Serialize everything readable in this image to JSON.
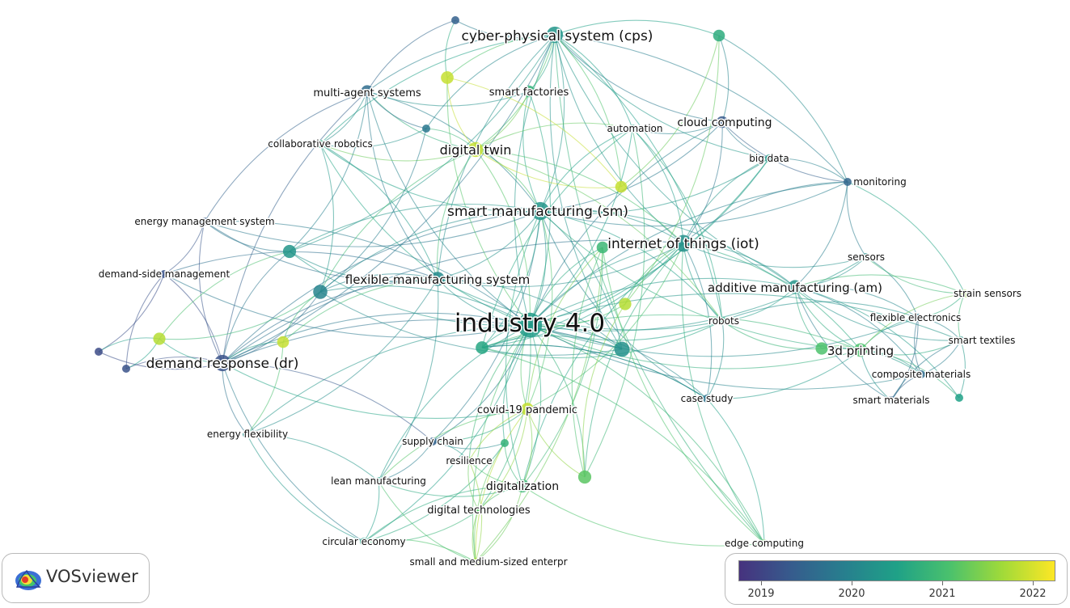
{
  "app": {
    "name": "VOSviewer"
  },
  "colors": {
    "scale": [
      "#46327e",
      "#365c8d",
      "#277f8e",
      "#1fa187",
      "#4ac16d",
      "#a0da39",
      "#fde725"
    ],
    "label": "#111111",
    "background": "#ffffff"
  },
  "network": {
    "nodes": [
      {
        "id": "industry40",
        "label": "industry 4.0",
        "weight": 60,
        "year": 2020.4
      },
      {
        "id": "cps",
        "label": "cyber-physical system (cps)",
        "weight": 20,
        "year": 2020.3
      },
      {
        "id": "sm",
        "label": "smart manufacturing (sm)",
        "weight": 26,
        "year": 2020.3
      },
      {
        "id": "iot",
        "label": "internet of things (iot)",
        "weight": 22,
        "year": 2020.2
      },
      {
        "id": "digitaltwin",
        "label": "digital twin",
        "weight": 15,
        "year": 2021.9
      },
      {
        "id": "fms",
        "label": "flexible manufacturing system",
        "weight": 13,
        "year": 2020.1
      },
      {
        "id": "dr",
        "label": "demand response (dr)",
        "weight": 20,
        "year": 2019.2
      },
      {
        "id": "am",
        "label": "additive manufacturing (am)",
        "weight": 12,
        "year": 2020.3
      },
      {
        "id": "printing",
        "label": "3d printing",
        "weight": 11,
        "year": 2021.1
      },
      {
        "id": "mas",
        "label": "multi-agent systems",
        "weight": 8,
        "year": 2019.6
      },
      {
        "id": "smartfactories",
        "label": "smart factories",
        "weight": 7,
        "year": 2020.8
      },
      {
        "id": "cloud",
        "label": "cloud computing",
        "weight": 7,
        "year": 2019.3
      },
      {
        "id": "automation",
        "label": "automation",
        "weight": 6,
        "year": 2020.6
      },
      {
        "id": "collab",
        "label": "collaborative robotics",
        "weight": 6,
        "year": 2020.7
      },
      {
        "id": "bigdata",
        "label": "big data",
        "weight": 6,
        "year": 2020.4
      },
      {
        "id": "monitoring",
        "label": "monitoring",
        "weight": 6,
        "year": 2019.5
      },
      {
        "id": "ems",
        "label": "energy management system",
        "weight": 6,
        "year": 2019.3
      },
      {
        "id": "dsm",
        "label": "demand-side management",
        "weight": 6,
        "year": 2019.2
      },
      {
        "id": "sensors",
        "label": "sensors",
        "weight": 5,
        "year": 2020.2
      },
      {
        "id": "strain",
        "label": "strain sensors",
        "weight": 5,
        "year": 2021.6
      },
      {
        "id": "flexelec",
        "label": "flexible electronics",
        "weight": 6,
        "year": 2019.8
      },
      {
        "id": "robots",
        "label": "robots",
        "weight": 6,
        "year": 2020.6
      },
      {
        "id": "textiles",
        "label": "smart textiles",
        "weight": 6,
        "year": 2020.2
      },
      {
        "id": "composite",
        "label": "composite materials",
        "weight": 6,
        "year": 2019.6
      },
      {
        "id": "smartmat",
        "label": "smart materials",
        "weight": 6,
        "year": 2019.4
      },
      {
        "id": "casestudy",
        "label": "case study",
        "weight": 6,
        "year": 2019.7
      },
      {
        "id": "covid",
        "label": "covid-19 pandemic",
        "weight": 9,
        "year": 2021.9
      },
      {
        "id": "supplychain",
        "label": "supply chain",
        "weight": 6,
        "year": 2019.4
      },
      {
        "id": "resilience",
        "label": "resilience",
        "weight": 6,
        "year": 2021.4
      },
      {
        "id": "digitalization",
        "label": "digitalization",
        "weight": 10,
        "year": 2020.9
      },
      {
        "id": "lean",
        "label": "lean manufacturing",
        "weight": 6,
        "year": 2020.4
      },
      {
        "id": "digitech",
        "label": "digital technologies",
        "weight": 6,
        "year": 2021.2
      },
      {
        "id": "energyflex",
        "label": "energy flexibility",
        "weight": 6,
        "year": 2020.2
      },
      {
        "id": "circular",
        "label": "circular economy",
        "weight": 6,
        "year": 2020.5
      },
      {
        "id": "sme",
        "label": "small and medium-sized enterpr",
        "weight": 6,
        "year": 2021.7
      },
      {
        "id": "edge",
        "label": "edge computing",
        "weight": 6,
        "year": 2021.3
      },
      {
        "id": "u1",
        "label": "",
        "weight": 6,
        "year": 2019.4
      },
      {
        "id": "u2",
        "label": "",
        "weight": 9,
        "year": 2021.9
      },
      {
        "id": "u3",
        "label": "",
        "weight": 7,
        "year": 2020.7
      },
      {
        "id": "u4",
        "label": "",
        "weight": 7,
        "year": 2021.9
      },
      {
        "id": "u5",
        "label": "",
        "weight": 8,
        "year": 2021.8
      },
      {
        "id": "u6",
        "label": "",
        "weight": 5,
        "year": 2019.1
      },
      {
        "id": "u7",
        "label": "",
        "weight": 6,
        "year": 2019.8
      },
      {
        "id": "u8",
        "label": "",
        "weight": 10,
        "year": 2020.3
      },
      {
        "id": "u9",
        "label": "",
        "weight": 13,
        "year": 2020.0
      },
      {
        "id": "u10",
        "label": "",
        "weight": 16,
        "year": 2020.2
      },
      {
        "id": "u11",
        "label": "",
        "weight": 9,
        "year": 2020.6
      },
      {
        "id": "u12",
        "label": "",
        "weight": 7,
        "year": 2021.9
      },
      {
        "id": "u13",
        "label": "",
        "weight": 10,
        "year": 2021.2
      },
      {
        "id": "u14",
        "label": "",
        "weight": 8,
        "year": 2021.8
      },
      {
        "id": "u15",
        "label": "",
        "weight": 6,
        "year": 2019.2
      },
      {
        "id": "u16",
        "label": "",
        "weight": 8,
        "year": 2021.1
      },
      {
        "id": "u17",
        "label": "",
        "weight": 6,
        "year": 2020.5
      },
      {
        "id": "u18",
        "label": "",
        "weight": 6,
        "year": 2020.8
      },
      {
        "id": "u19",
        "label": "",
        "weight": 7,
        "year": 2020.9
      }
    ],
    "links": [
      [
        "industry40",
        "cps"
      ],
      [
        "industry40",
        "sm"
      ],
      [
        "industry40",
        "iot"
      ],
      [
        "industry40",
        "digitaltwin"
      ],
      [
        "industry40",
        "fms"
      ],
      [
        "industry40",
        "dr"
      ],
      [
        "industry40",
        "am"
      ],
      [
        "industry40",
        "printing"
      ],
      [
        "industry40",
        "mas"
      ],
      [
        "industry40",
        "smartfactories"
      ],
      [
        "industry40",
        "cloud"
      ],
      [
        "industry40",
        "automation"
      ],
      [
        "industry40",
        "collab"
      ],
      [
        "industry40",
        "bigdata"
      ],
      [
        "industry40",
        "monitoring"
      ],
      [
        "industry40",
        "robots"
      ],
      [
        "industry40",
        "casestudy"
      ],
      [
        "industry40",
        "covid"
      ],
      [
        "industry40",
        "supplychain"
      ],
      [
        "industry40",
        "resilience"
      ],
      [
        "industry40",
        "digitalization"
      ],
      [
        "industry40",
        "lean"
      ],
      [
        "industry40",
        "digitech"
      ],
      [
        "industry40",
        "energyflex"
      ],
      [
        "industry40",
        "circular"
      ],
      [
        "industry40",
        "sme"
      ],
      [
        "industry40",
        "edge"
      ],
      [
        "industry40",
        "sensors"
      ],
      [
        "industry40",
        "u8"
      ],
      [
        "industry40",
        "u9"
      ],
      [
        "industry40",
        "u10"
      ],
      [
        "industry40",
        "u11"
      ],
      [
        "industry40",
        "u13"
      ],
      [
        "industry40",
        "u5"
      ],
      [
        "industry40",
        "u2"
      ],
      [
        "industry40",
        "u18"
      ],
      [
        "industry40",
        "u19"
      ],
      [
        "industry40",
        "ems"
      ],
      [
        "industry40",
        "dsm"
      ],
      [
        "industry40",
        "flexelec"
      ],
      [
        "industry40",
        "textiles"
      ],
      [
        "industry40",
        "composite"
      ],
      [
        "cps",
        "sm"
      ],
      [
        "cps",
        "iot"
      ],
      [
        "cps",
        "digitaltwin"
      ],
      [
        "cps",
        "mas"
      ],
      [
        "cps",
        "smartfactories"
      ],
      [
        "cps",
        "cloud"
      ],
      [
        "cps",
        "automation"
      ],
      [
        "cps",
        "bigdata"
      ],
      [
        "cps",
        "monitoring"
      ],
      [
        "cps",
        "fms"
      ],
      [
        "cps",
        "u1"
      ],
      [
        "cps",
        "u2"
      ],
      [
        "cps",
        "u3"
      ],
      [
        "cps",
        "u7"
      ],
      [
        "cps",
        "u4"
      ],
      [
        "cps",
        "u10"
      ],
      [
        "cps",
        "u8"
      ],
      [
        "cps",
        "collab"
      ],
      [
        "cps",
        "robots"
      ],
      [
        "cps",
        "am"
      ],
      [
        "cps",
        "dr"
      ],
      [
        "cps",
        "edge"
      ],
      [
        "sm",
        "iot"
      ],
      [
        "sm",
        "digitaltwin"
      ],
      [
        "sm",
        "fms"
      ],
      [
        "sm",
        "mas"
      ],
      [
        "sm",
        "smartfactories"
      ],
      [
        "sm",
        "cloud"
      ],
      [
        "sm",
        "automation"
      ],
      [
        "sm",
        "bigdata"
      ],
      [
        "sm",
        "am"
      ],
      [
        "sm",
        "printing"
      ],
      [
        "sm",
        "robots"
      ],
      [
        "sm",
        "dr"
      ],
      [
        "sm",
        "covid"
      ],
      [
        "sm",
        "digitalization"
      ],
      [
        "sm",
        "supplychain"
      ],
      [
        "sm",
        "u9"
      ],
      [
        "sm",
        "u10"
      ],
      [
        "sm",
        "u8"
      ],
      [
        "sm",
        "collab"
      ],
      [
        "sm",
        "monitoring"
      ],
      [
        "sm",
        "ems"
      ],
      [
        "sm",
        "casestudy"
      ],
      [
        "sm",
        "u11"
      ],
      [
        "iot",
        "cloud"
      ],
      [
        "iot",
        "bigdata"
      ],
      [
        "iot",
        "automation"
      ],
      [
        "iot",
        "monitoring"
      ],
      [
        "iot",
        "sensors"
      ],
      [
        "iot",
        "am"
      ],
      [
        "iot",
        "robots"
      ],
      [
        "iot",
        "printing"
      ],
      [
        "iot",
        "digitaltwin"
      ],
      [
        "iot",
        "u11"
      ],
      [
        "iot",
        "u5"
      ],
      [
        "iot",
        "casestudy"
      ],
      [
        "iot",
        "edge"
      ],
      [
        "iot",
        "covid"
      ],
      [
        "iot",
        "dr"
      ],
      [
        "iot",
        "fms"
      ],
      [
        "iot",
        "digitalization"
      ],
      [
        "digitaltwin",
        "mas"
      ],
      [
        "digitaltwin",
        "smartfactories"
      ],
      [
        "digitaltwin",
        "u2"
      ],
      [
        "digitaltwin",
        "u4"
      ],
      [
        "digitaltwin",
        "automation"
      ],
      [
        "digitaltwin",
        "fms"
      ],
      [
        "digitaltwin",
        "collab"
      ],
      [
        "digitaltwin",
        "u7"
      ],
      [
        "digitaltwin",
        "robots"
      ],
      [
        "digitaltwin",
        "u9"
      ],
      [
        "fms",
        "mas"
      ],
      [
        "fms",
        "dr"
      ],
      [
        "fms",
        "u8"
      ],
      [
        "fms",
        "u9"
      ],
      [
        "fms",
        "u10"
      ],
      [
        "fms",
        "collab"
      ],
      [
        "fms",
        "ems"
      ],
      [
        "fms",
        "dsm"
      ],
      [
        "fms",
        "lean"
      ],
      [
        "fms",
        "u12"
      ],
      [
        "fms",
        "energyflex"
      ],
      [
        "fms",
        "robots"
      ],
      [
        "dr",
        "ems"
      ],
      [
        "dr",
        "dsm"
      ],
      [
        "dr",
        "u6"
      ],
      [
        "dr",
        "u15"
      ],
      [
        "dr",
        "u14"
      ],
      [
        "dr",
        "energyflex"
      ],
      [
        "dr",
        "u8"
      ],
      [
        "dr",
        "u9"
      ],
      [
        "dr",
        "u10"
      ],
      [
        "dr",
        "circular"
      ],
      [
        "dr",
        "supplychain"
      ],
      [
        "dr",
        "covid"
      ],
      [
        "dr",
        "mas"
      ],
      [
        "am",
        "printing"
      ],
      [
        "am",
        "flexelec"
      ],
      [
        "am",
        "textiles"
      ],
      [
        "am",
        "composite"
      ],
      [
        "am",
        "smartmat"
      ],
      [
        "am",
        "strain"
      ],
      [
        "am",
        "sensors"
      ],
      [
        "am",
        "robots"
      ],
      [
        "am",
        "u16"
      ],
      [
        "am",
        "u17"
      ],
      [
        "am",
        "monitoring"
      ],
      [
        "printing",
        "flexelec"
      ],
      [
        "printing",
        "textiles"
      ],
      [
        "printing",
        "composite"
      ],
      [
        "printing",
        "smartmat"
      ],
      [
        "printing",
        "strain"
      ],
      [
        "printing",
        "u16"
      ],
      [
        "printing",
        "u17"
      ],
      [
        "printing",
        "u11"
      ],
      [
        "printing",
        "casestudy"
      ],
      [
        "flexelec",
        "strain"
      ],
      [
        "flexelec",
        "textiles"
      ],
      [
        "flexelec",
        "composite"
      ],
      [
        "flexelec",
        "smartmat"
      ],
      [
        "flexelec",
        "sensors"
      ],
      [
        "textiles",
        "composite"
      ],
      [
        "textiles",
        "smartmat"
      ],
      [
        "textiles",
        "strain"
      ],
      [
        "composite",
        "smartmat"
      ],
      [
        "sensors",
        "monitoring"
      ],
      [
        "sensors",
        "strain"
      ],
      [
        "monitoring",
        "cloud"
      ],
      [
        "monitoring",
        "bigdata"
      ],
      [
        "monitoring",
        "strain"
      ],
      [
        "cloud",
        "bigdata"
      ],
      [
        "cloud",
        "automation"
      ],
      [
        "cloud",
        "u3"
      ],
      [
        "covid",
        "supplychain"
      ],
      [
        "covid",
        "resilience"
      ],
      [
        "covid",
        "digitalization"
      ],
      [
        "covid",
        "lean"
      ],
      [
        "covid",
        "digitech"
      ],
      [
        "covid",
        "sme"
      ],
      [
        "covid",
        "u19"
      ],
      [
        "covid",
        "u13"
      ],
      [
        "digitalization",
        "sme"
      ],
      [
        "digitalization",
        "digitech"
      ],
      [
        "digitalization",
        "lean"
      ],
      [
        "digitalization",
        "circular"
      ],
      [
        "digitalization",
        "u18"
      ],
      [
        "digitalization",
        "u19"
      ],
      [
        "digitalization",
        "resilience"
      ],
      [
        "digitalization",
        "edge"
      ],
      [
        "sme",
        "lean"
      ],
      [
        "sme",
        "circular"
      ],
      [
        "sme",
        "digitech"
      ],
      [
        "sme",
        "u19"
      ],
      [
        "sme",
        "u18"
      ],
      [
        "sme",
        "resilience"
      ],
      [
        "lean",
        "circular"
      ],
      [
        "lean",
        "supplychain"
      ],
      [
        "supplychain",
        "resilience"
      ],
      [
        "supplychain",
        "u18"
      ],
      [
        "mas",
        "collab"
      ],
      [
        "mas",
        "smartfactories"
      ],
      [
        "mas",
        "u1"
      ],
      [
        "mas",
        "ems"
      ],
      [
        "mas",
        "u8"
      ],
      [
        "mas",
        "u7"
      ],
      [
        "ems",
        "dsm"
      ],
      [
        "ems",
        "u8"
      ],
      [
        "dsm",
        "u6"
      ],
      [
        "dsm",
        "u15"
      ],
      [
        "u6",
        "u14"
      ],
      [
        "u15",
        "u14"
      ],
      [
        "u13",
        "u5"
      ],
      [
        "u13",
        "automation"
      ],
      [
        "u13",
        "iot"
      ],
      [
        "u5",
        "u3"
      ],
      [
        "u11",
        "casestudy"
      ],
      [
        "u11",
        "robots"
      ],
      [
        "casestudy",
        "edge"
      ],
      [
        "casestudy",
        "u11"
      ],
      [
        "edge",
        "u19"
      ],
      [
        "edge",
        "u11"
      ],
      [
        "u10",
        "u9"
      ],
      [
        "u10",
        "u11"
      ],
      [
        "u12",
        "energyflex"
      ],
      [
        "u12",
        "dr"
      ],
      [
        "u18",
        "circular"
      ],
      [
        "u19",
        "u13"
      ],
      [
        "u2",
        "u4"
      ],
      [
        "u4",
        "u3"
      ],
      [
        "robots",
        "casestudy"
      ],
      [
        "robots",
        "u16"
      ],
      [
        "robots",
        "flexelec"
      ],
      [
        "u17",
        "textiles"
      ],
      [
        "u16",
        "composite"
      ],
      [
        "energyflex",
        "circular"
      ],
      [
        "energyflex",
        "lean"
      ],
      [
        "circular",
        "digitech"
      ],
      [
        "digitech",
        "resilience"
      ],
      [
        "monitoring",
        "u3"
      ],
      [
        "bigdata",
        "u11"
      ],
      [
        "automation",
        "u11"
      ],
      [
        "automation",
        "robots"
      ],
      [
        "u1",
        "u2"
      ],
      [
        "u7",
        "u9"
      ],
      [
        "u9",
        "u12"
      ],
      [
        "u9",
        "u14"
      ],
      [
        "u8",
        "u14"
      ],
      [
        "collab",
        "u9"
      ],
      [
        "collab",
        "u7"
      ]
    ]
  },
  "legend": {
    "tick_labels": [
      "2019",
      "2020",
      "2021",
      "2022"
    ],
    "range": [
      2018.75,
      2022.25
    ]
  }
}
